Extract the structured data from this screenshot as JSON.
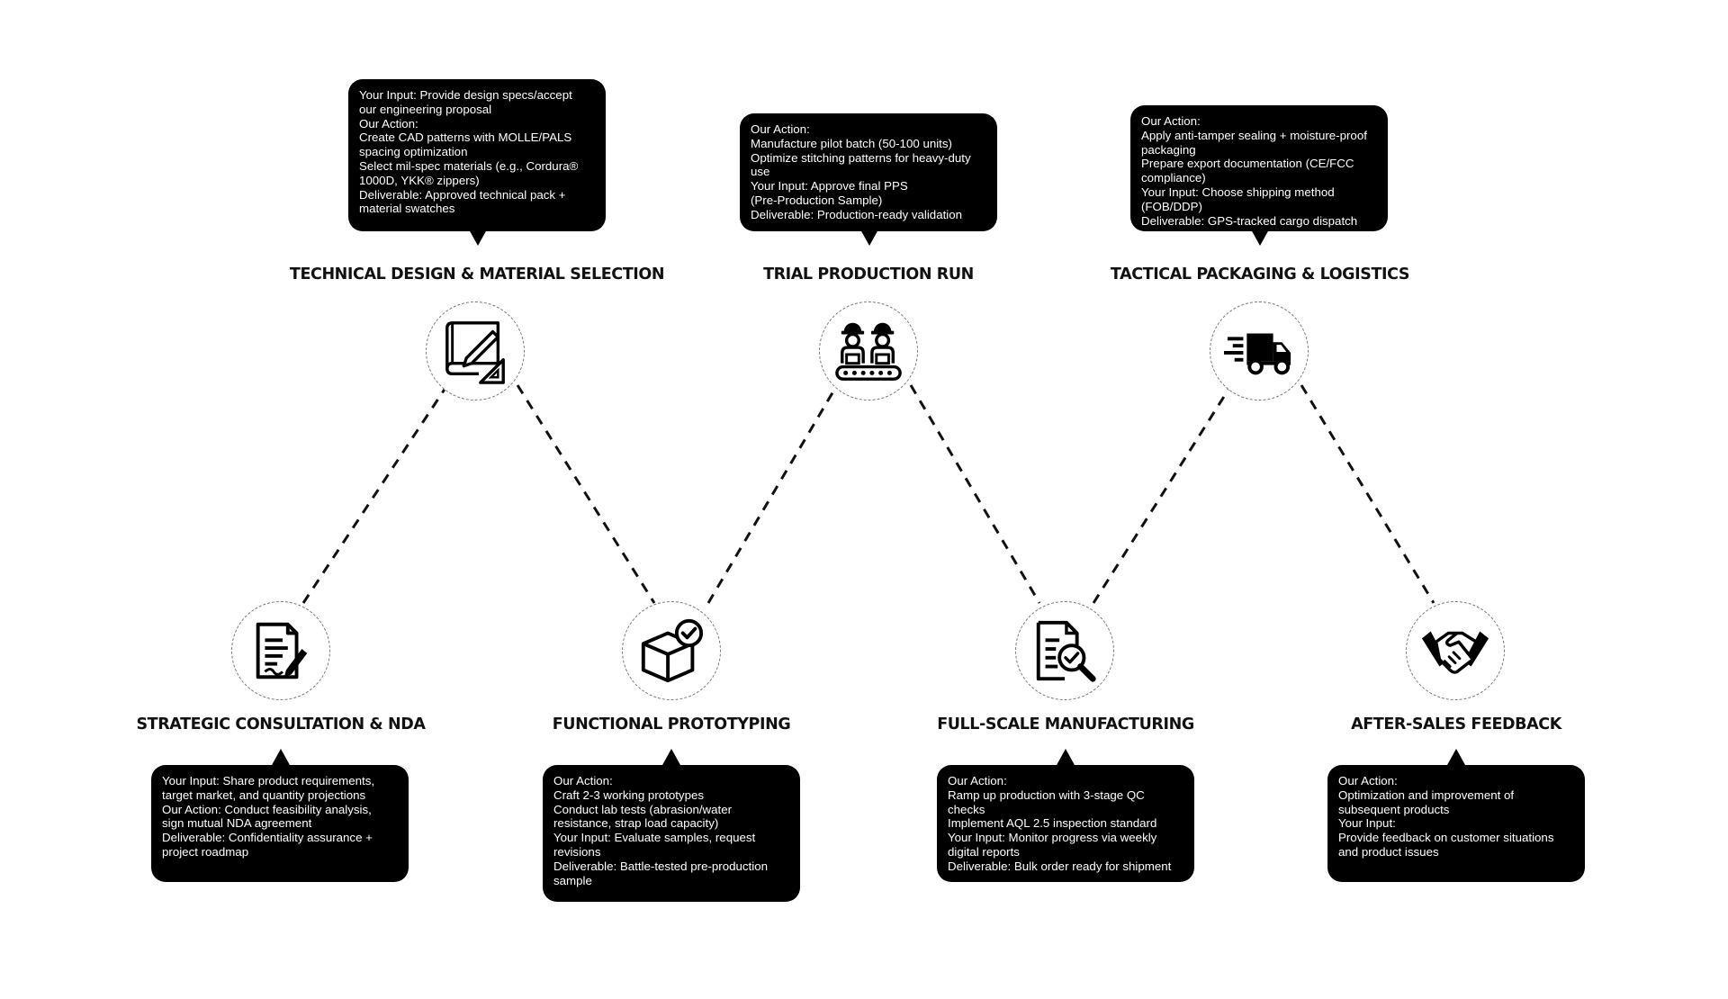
{
  "stages": [
    {
      "id": "strategic-consultation",
      "title": "STRATEGIC CONSULTATION & NDA",
      "icon": "document-sign-icon",
      "lines": [
        "Your Input: Share product requirements,",
        "target market, and quantity projections",
        "Our Action: Conduct feasibility analysis,",
        "sign mutual NDA agreement",
        "Deliverable: Confidentiality assurance +",
        "project roadmap"
      ]
    },
    {
      "id": "technical-design",
      "title": "TECHNICAL DESIGN & MATERIAL SELECTION",
      "icon": "blueprint-pencil-icon",
      "lines": [
        "Your Input: Provide design specs/accept",
        "our engineering proposal",
        "Our Action:",
        "Create CAD patterns with MOLLE/PALS",
        "spacing optimization",
        "Select mil-spec materials (e.g., Cordura®",
        "1000D, YKK® zippers)",
        "Deliverable: Approved technical pack +",
        "material swatches"
      ]
    },
    {
      "id": "functional-prototyping",
      "title": "FUNCTIONAL PROTOTYPING",
      "icon": "box-check-icon",
      "lines": [
        "Our Action:",
        "Craft 2-3 working prototypes",
        "Conduct lab tests (abrasion/water",
        "resistance, strap load capacity)",
        "Your Input: Evaluate samples, request",
        "revisions",
        "Deliverable: Battle-tested pre-production",
        "sample"
      ]
    },
    {
      "id": "trial-production",
      "title": "TRIAL PRODUCTION RUN",
      "icon": "workers-conveyor-icon",
      "lines": [
        "Our Action:",
        "Manufacture pilot batch (50-100 units)",
        "Optimize stitching patterns for heavy-duty",
        "use",
        "Your Input: Approve final PPS",
        "(Pre-Production Sample)",
        "Deliverable: Production-ready validation"
      ]
    },
    {
      "id": "full-scale-manufacturing",
      "title": "FULL-SCALE MANUFACTURING",
      "icon": "document-inspection-icon",
      "lines": [
        "Our Action:",
        "Ramp up production with 3-stage QC",
        "checks",
        "Implement AQL 2.5 inspection standard",
        "Your Input: Monitor progress via weekly",
        "digital reports",
        "Deliverable: Bulk order ready for shipment"
      ]
    },
    {
      "id": "tactical-packaging",
      "title": "TACTICAL PACKAGING & LOGISTICS",
      "icon": "delivery-truck-icon",
      "lines": [
        "Our Action:",
        "Apply anti-tamper sealing + moisture-proof",
        "packaging",
        "Prepare export documentation (CE/FCC",
        "compliance)",
        "Your Input: Choose shipping method",
        "(FOB/DDP)",
        "Deliverable: GPS-tracked cargo dispatch"
      ]
    },
    {
      "id": "after-sales",
      "title": "AFTER-SALES FEEDBACK",
      "icon": "handshake-icon",
      "lines": [
        "Our Action:",
        "Optimization and improvement of",
        "subsequent products",
        "Your Input:",
        "Provide feedback on customer situations",
        "and product issues"
      ]
    }
  ]
}
